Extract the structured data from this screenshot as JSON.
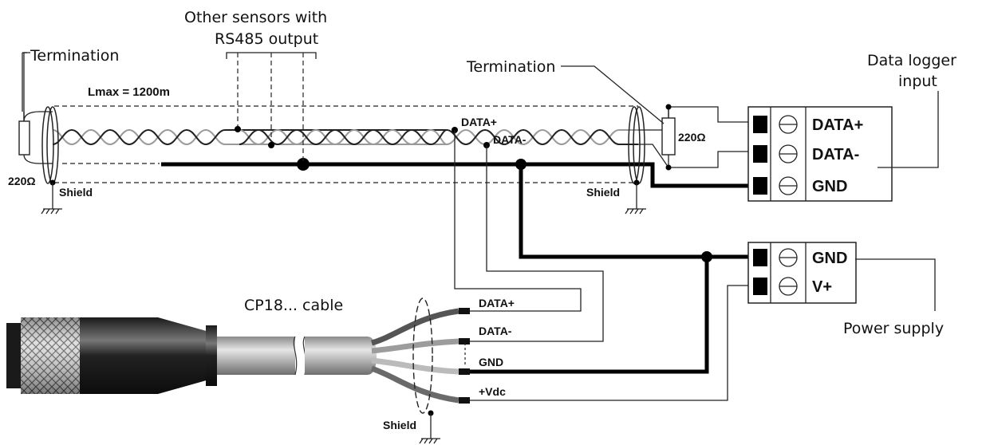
{
  "labels": {
    "other_sensors_line1": "Other sensors with",
    "other_sensors_line2": "RS485 output",
    "termination_left": "Termination",
    "termination_right": "Termination",
    "lmax": "Lmax = 1200m",
    "resistor_left": "220Ω",
    "resistor_right": "220Ω",
    "shield_left": "Shield",
    "shield_right": "Shield",
    "shield_bottom": "Shield",
    "data_plus_tap": "DATA+",
    "data_minus_tap": "DATA-",
    "cable_name": "CP18... cable",
    "data_logger_line1": "Data logger",
    "data_logger_line2": "input",
    "power_supply": "Power supply"
  },
  "data_logger_terminals": [
    "DATA+",
    "DATA-",
    "GND"
  ],
  "power_supply_terminals": [
    "GND",
    "V+"
  ],
  "cable_wires": [
    "DATA+",
    "DATA-",
    "GND",
    "+Vdc"
  ],
  "colors": {
    "wire_dark": "#222222",
    "wire_gray": "#9a9a9a",
    "bus": "#000000"
  }
}
